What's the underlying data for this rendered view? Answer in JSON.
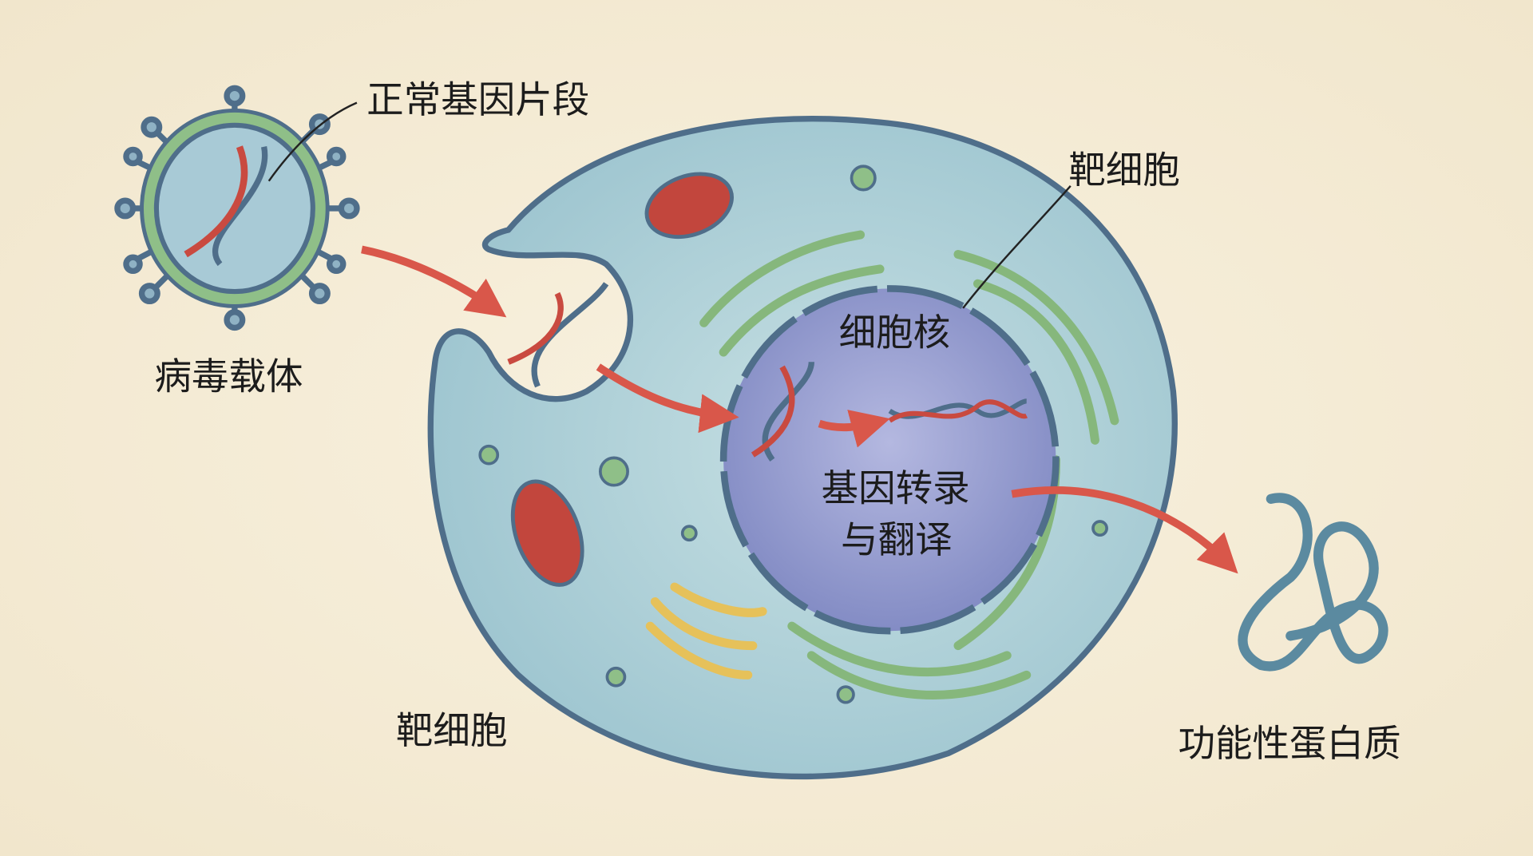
{
  "labels": {
    "gene_fragment": "正常基因片段",
    "viral_vector": "病毒载体",
    "target_cell_top": "靶细胞",
    "target_cell_bottom": "靶细胞",
    "nucleus": "细胞核",
    "transcription_line1": "基因转录",
    "transcription_line2": "与翻译",
    "functional_protein": "功能性蛋白质"
  },
  "colors": {
    "background": "#f6eedb",
    "cytoplasm": "#a9cdd6",
    "nucleus": "#8e95c9",
    "membrane": "#4f6e8a",
    "arrow": "#d9574a",
    "er": "#86b77c",
    "mitochondria": "#c2463d",
    "golgi": "#e6c15a"
  }
}
